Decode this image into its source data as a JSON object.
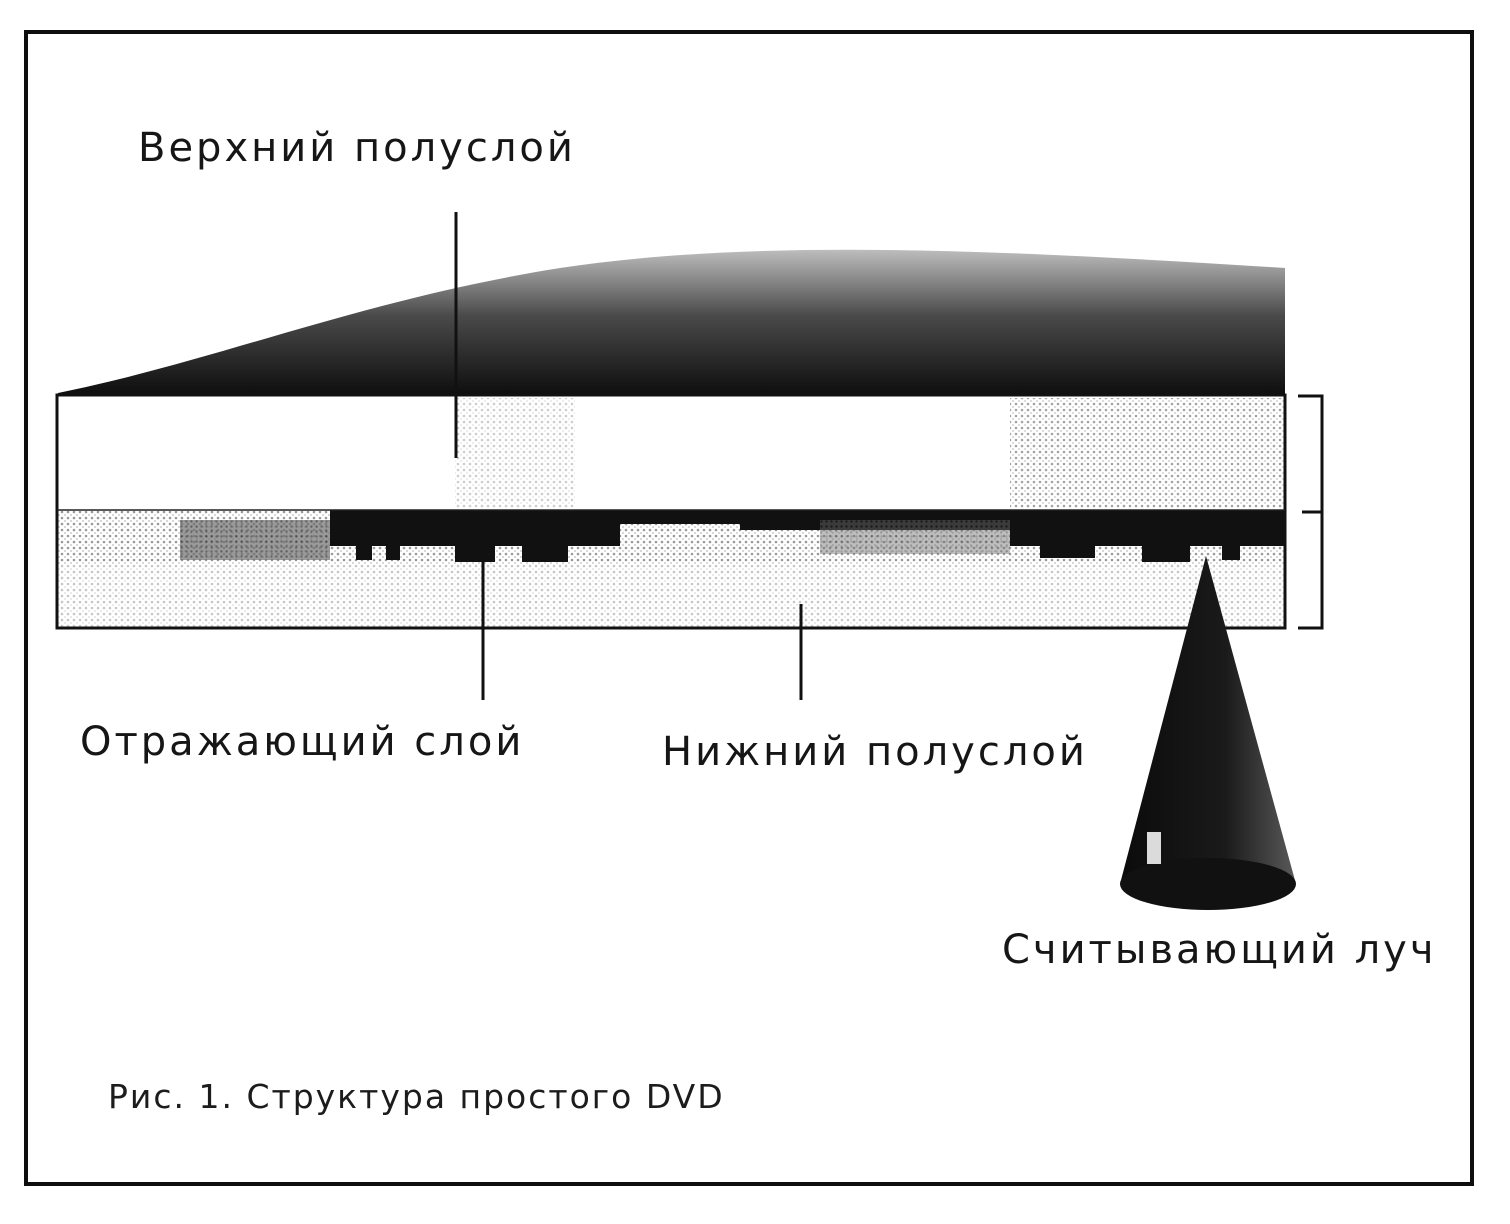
{
  "labels": {
    "top_half_layer": "Верхний полуслой",
    "reflective_layer": "Отражающий слой",
    "bottom_half_layer": "Нижний полуслой",
    "read_beam": "Считывающий луч"
  },
  "caption": "Рис. 1. Структура простого DVD",
  "colors": {
    "ink": "#0e0e0e",
    "paper": "#ffffff",
    "halftone_gray": "#8a8a8a",
    "light_gray": "#cfcfcf"
  }
}
